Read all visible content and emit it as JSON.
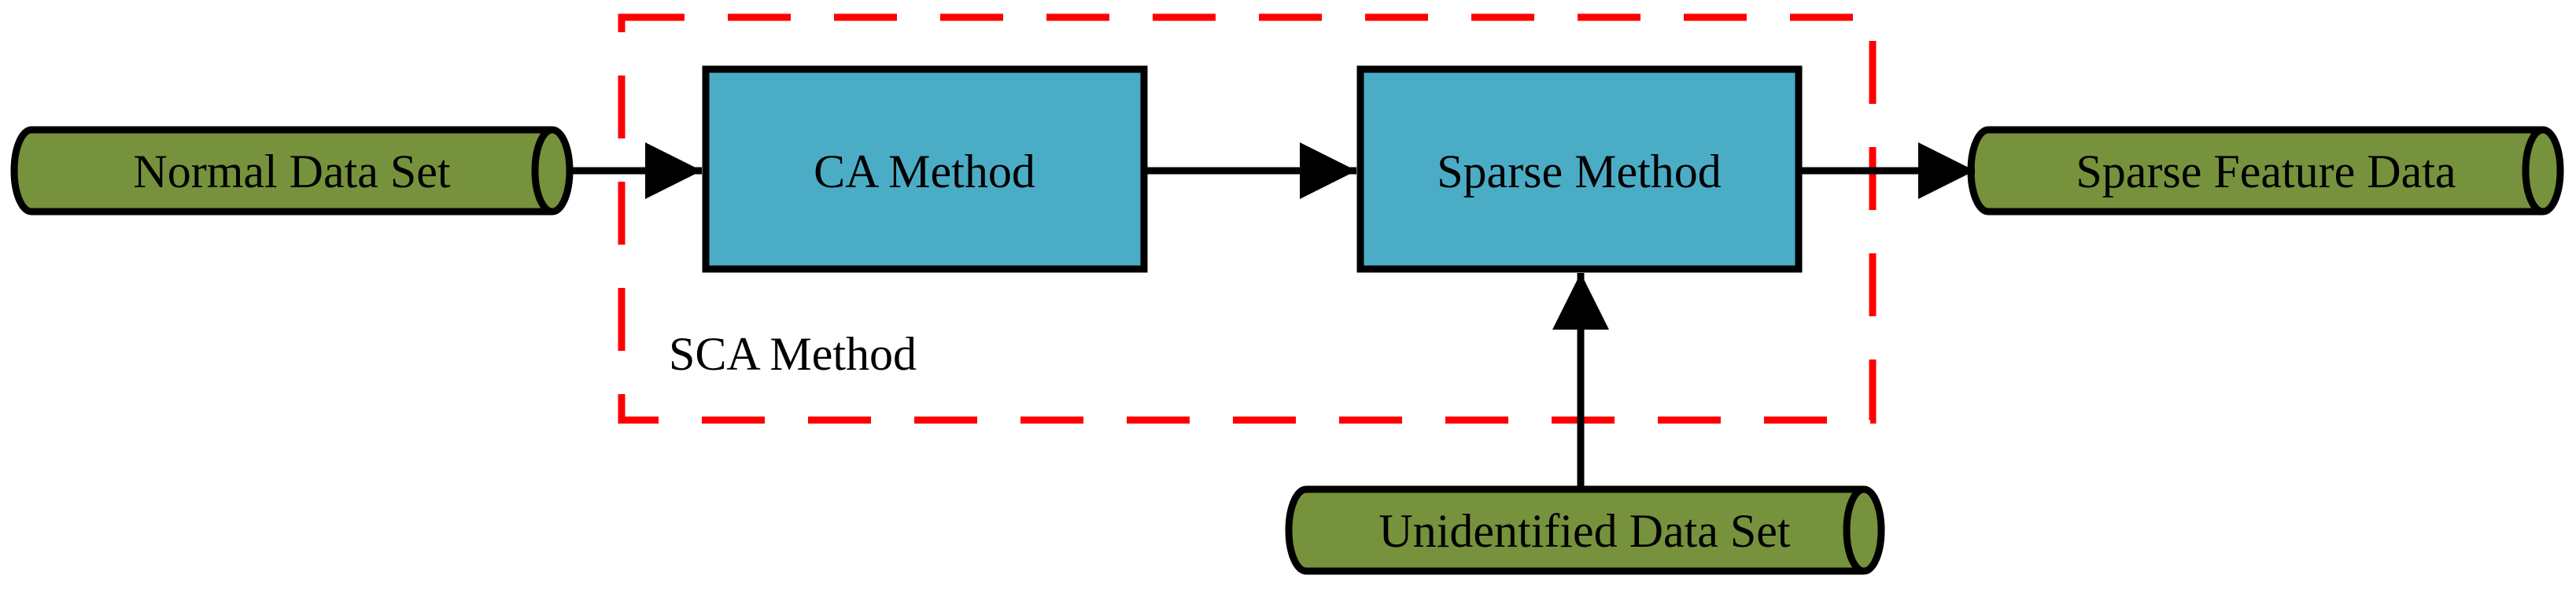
{
  "diagram": {
    "inputs": {
      "normal": "Normal Data Set",
      "unidentified": "Unidentified Data Set"
    },
    "output": "Sparse Feature Data",
    "processes": {
      "ca": "CA Method",
      "sparse": "Sparse Method"
    },
    "group_label": "SCA Method"
  },
  "colors": {
    "cylinder_fill": "#76923c",
    "process_fill": "#4bacc6",
    "group_border": "#ff0000",
    "stroke": "#000000"
  },
  "icons": {
    "data_store": "horizontal-cylinder",
    "arrow": "filled-arrowhead"
  }
}
